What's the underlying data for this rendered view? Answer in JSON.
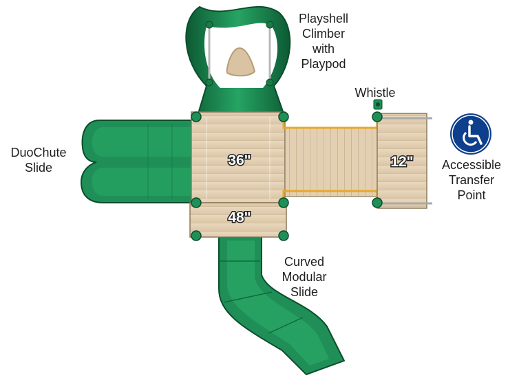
{
  "labels": {
    "playshell": [
      "Playshell",
      "Climber",
      "with",
      "Playpod"
    ],
    "whistle": "Whistle",
    "duochute": [
      "DuoChute",
      "Slide"
    ],
    "accessible": [
      "Accessible",
      "Transfer",
      "Point"
    ],
    "curved": [
      "Curved",
      "Modular",
      "Slide"
    ]
  },
  "deck_heights": {
    "upper": "36\"",
    "lower": "48\"",
    "transfer": "12\""
  },
  "icons": {
    "accessibility": "wheelchair-icon"
  },
  "colors": {
    "green": "#1f8f57",
    "green_dark": "#0f5e35",
    "deck": "#e6d3b8",
    "rail": "#e6a92a",
    "access_blue": "#0e3f8c"
  }
}
